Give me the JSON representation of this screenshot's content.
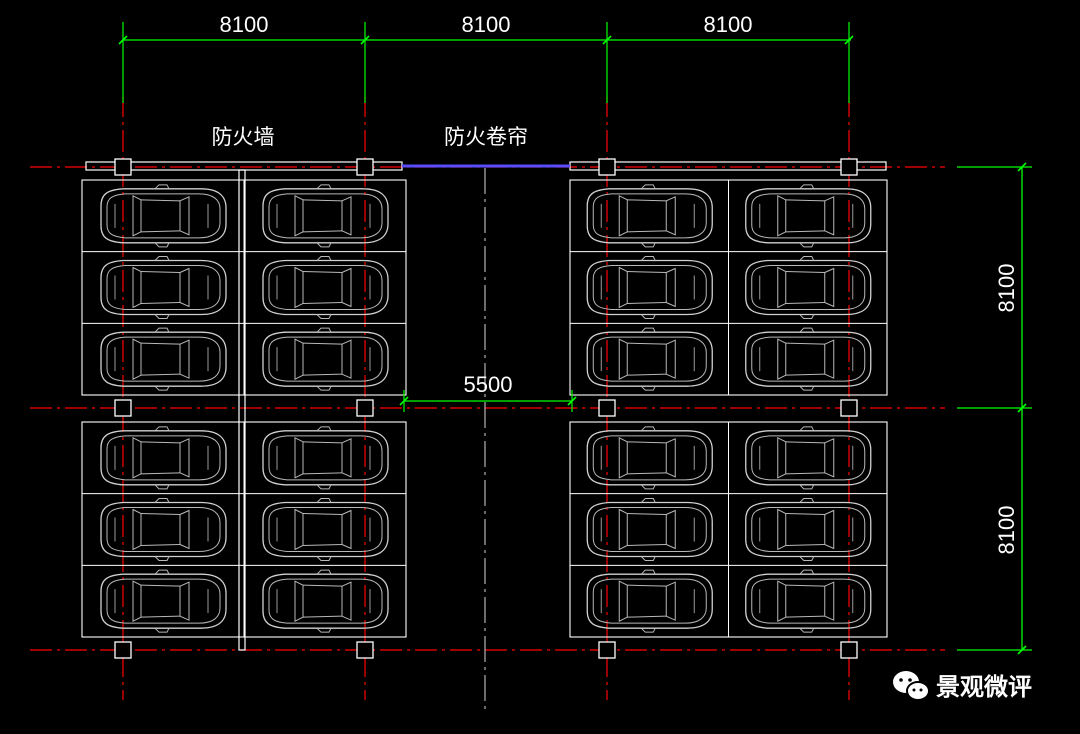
{
  "dimensions": {
    "top": [
      "8100",
      "8100",
      "8100"
    ],
    "right": [
      "8100",
      "8100"
    ],
    "aisle": "5500"
  },
  "labels": {
    "fire_wall": "防火墙",
    "fire_shutter": "防火卷帘"
  },
  "watermark": {
    "text": "景观微评",
    "icon": "wechat-icon"
  },
  "colors": {
    "background": "#000000",
    "dimension": "#00ff00",
    "axis": "#ff0000",
    "outline": "#ffffff",
    "shutter": "#5a4cff"
  }
}
